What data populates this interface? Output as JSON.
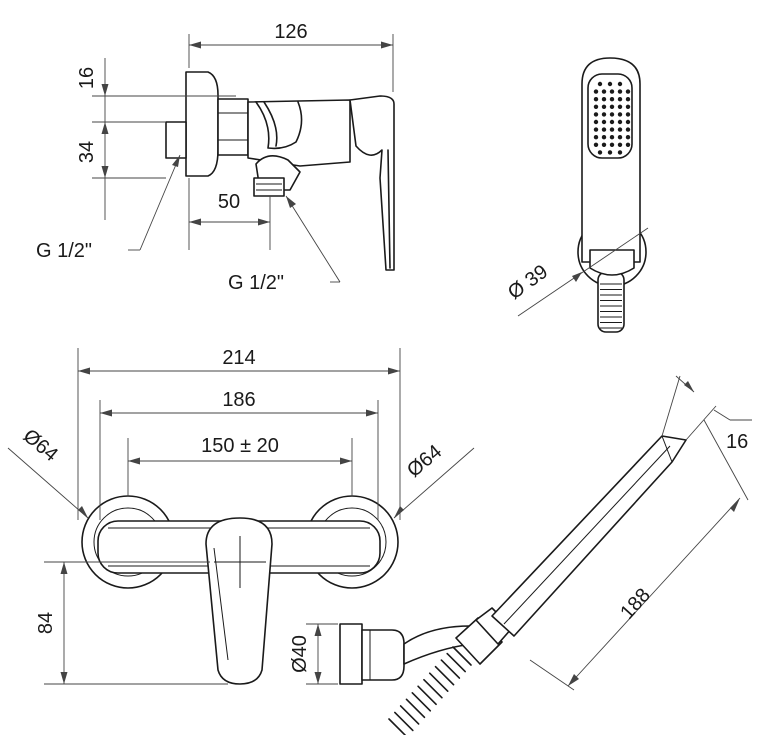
{
  "side_view": {
    "width": "126",
    "top_offset": "16",
    "height": "34",
    "depth": "50",
    "inlet_thread": "G 1/2\"",
    "outlet_thread": "G 1/2\""
  },
  "handshower_top": {
    "diameter": "Ø 39"
  },
  "front_view": {
    "overall_width": "214",
    "cover_span": "186",
    "centers": "150 ± 20",
    "left_cover": "Ø64",
    "right_cover": "Ø64",
    "height": "84"
  },
  "handshower_side": {
    "head_thickness": "16",
    "length": "188",
    "holder_diameter": "Ø40"
  }
}
